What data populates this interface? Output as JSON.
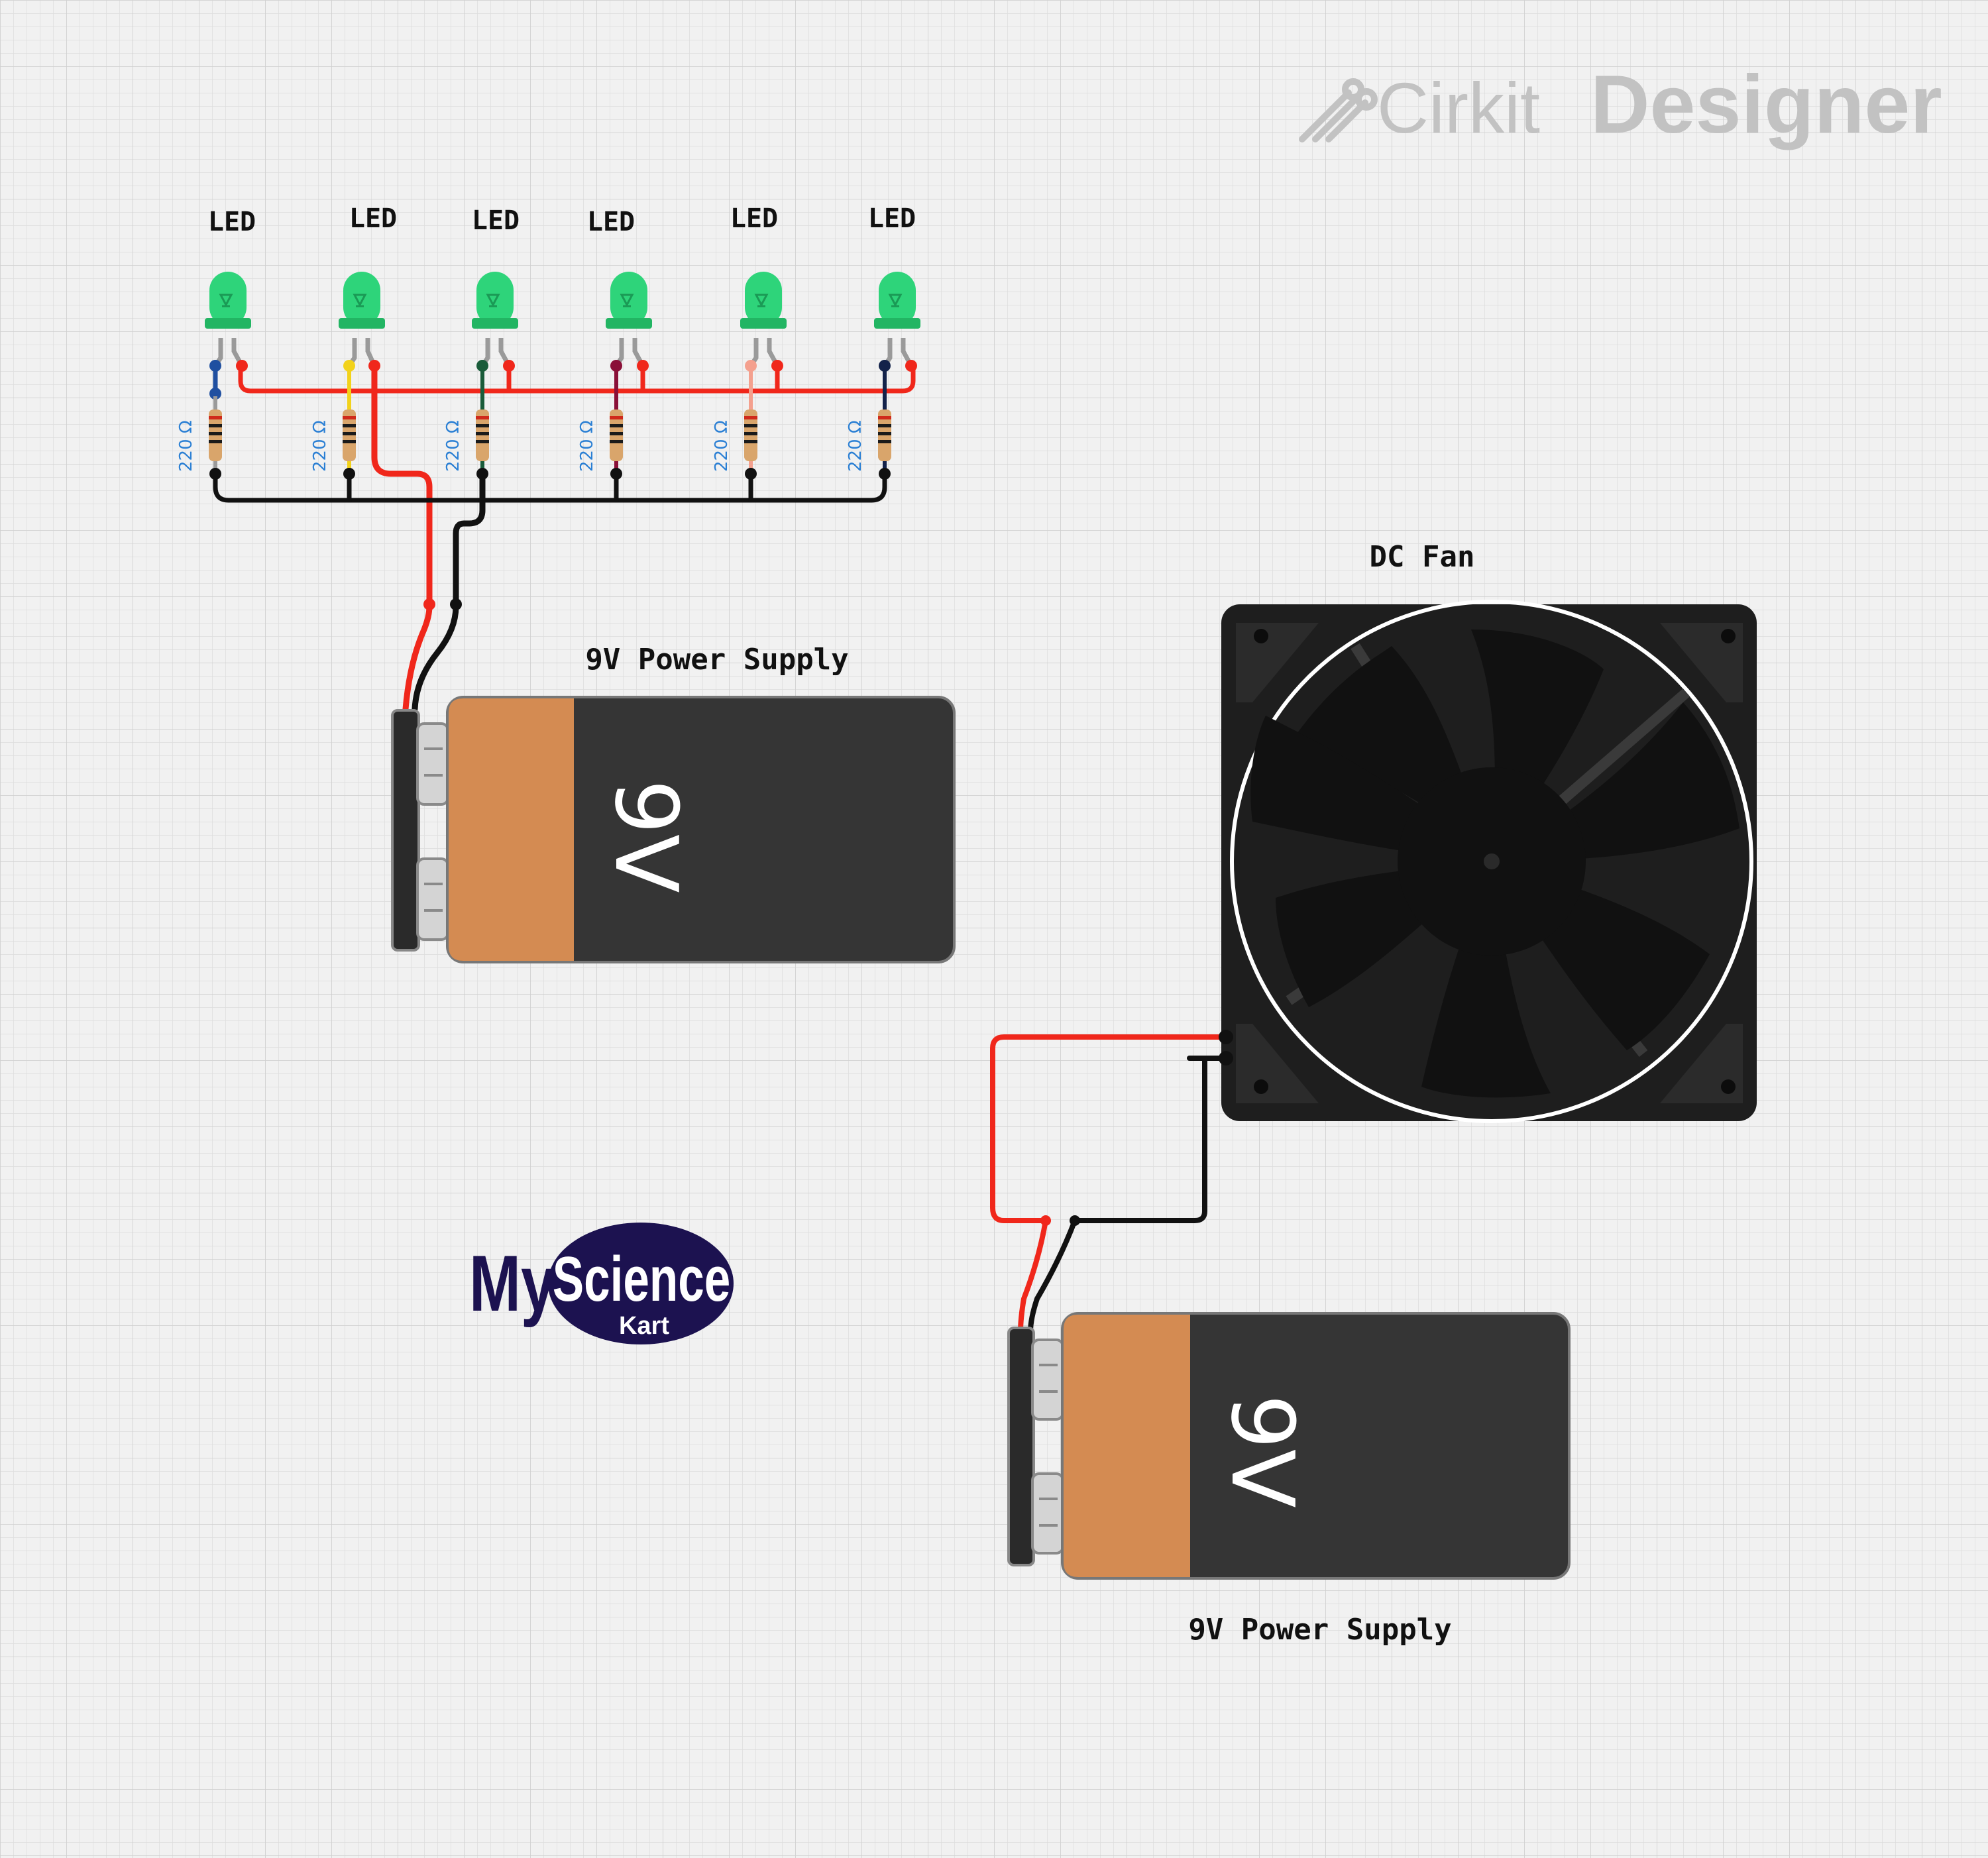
{
  "app": {
    "brand_light": "Cirkit",
    "brand_bold": "Designer",
    "brand_color": "#c2c2c2"
  },
  "components": {
    "leds": [
      {
        "label": "LED",
        "leg_color": "#1f4fa0"
      },
      {
        "label": "LED",
        "leg_color": "#f2d21b"
      },
      {
        "label": "LED",
        "leg_color": "#1a5c3a"
      },
      {
        "label": "LED",
        "leg_color": "#8a1038"
      },
      {
        "label": "LED",
        "leg_color": "#f4a08e"
      },
      {
        "label": "LED",
        "leg_color": "#13224a"
      }
    ],
    "resistors": [
      {
        "label": "220 Ω"
      },
      {
        "label": "220 Ω"
      },
      {
        "label": "220 Ω"
      },
      {
        "label": "220 Ω"
      },
      {
        "label": "220 Ω"
      },
      {
        "label": "220 Ω"
      }
    ],
    "battery_1": {
      "label": "9V Power Supply",
      "marking": "9V"
    },
    "battery_2": {
      "label": "9V Power Supply",
      "marking": "9V"
    },
    "fan": {
      "label": "DC Fan"
    }
  },
  "logo": {
    "my": "My",
    "science": "Science",
    "kart": "Kart",
    "color": "#1c1250"
  },
  "colors": {
    "led_body": "#2ed47a",
    "wire_red": "#f0271b",
    "wire_black": "#111111",
    "battery_orange": "#d48b52",
    "battery_dark": "#353535",
    "fan_body": "#1e1e1e"
  }
}
